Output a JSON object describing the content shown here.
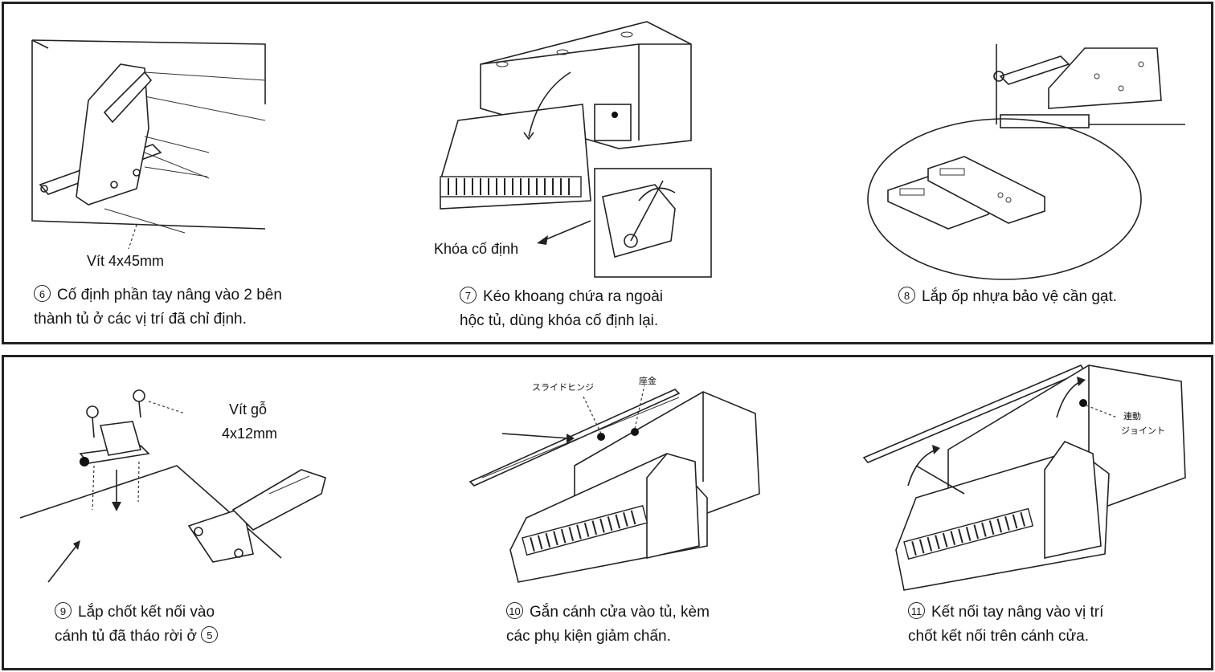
{
  "steps": [
    {
      "num": "6",
      "line1": "Cố định phần tay nâng vào 2 bên",
      "line2": "thành tủ ở các vị trí đã chỉ định."
    },
    {
      "num": "7",
      "line1": "Kéo khoang chứa ra ngoài",
      "line2": "hộc tủ, dùng khóa cố định lại."
    },
    {
      "num": "8",
      "line1": "Lắp ốp nhựa bảo vệ cần gạt.",
      "line2": ""
    },
    {
      "num": "9",
      "line1": "Lắp chốt kết nối vào",
      "line2": "cánh tủ đã tháo rời ở",
      "line2_suffix": "5"
    },
    {
      "num": "10",
      "line1": "Gắn cánh cửa vào tủ, kèm",
      "line2": "các phụ kiện giảm chấn."
    },
    {
      "num": "11",
      "line1": "Kết nối tay nâng vào vị trí",
      "line2": "chốt kết nối trên cánh cửa."
    }
  ],
  "labels": {
    "screw_6": "Vít 4x45mm",
    "lock_7": "Khóa cố định",
    "wood_screw_9_line1": "Vít gỗ",
    "wood_screw_9_line2": "4x12mm",
    "jp_slide_hinge": "スライドヒンジ",
    "jp_base": "座金",
    "jp_link_1": "連動",
    "jp_link_2": "ジョイント"
  },
  "colors": {
    "line": "#222222",
    "background": "#ffffff",
    "border": "#222222"
  }
}
